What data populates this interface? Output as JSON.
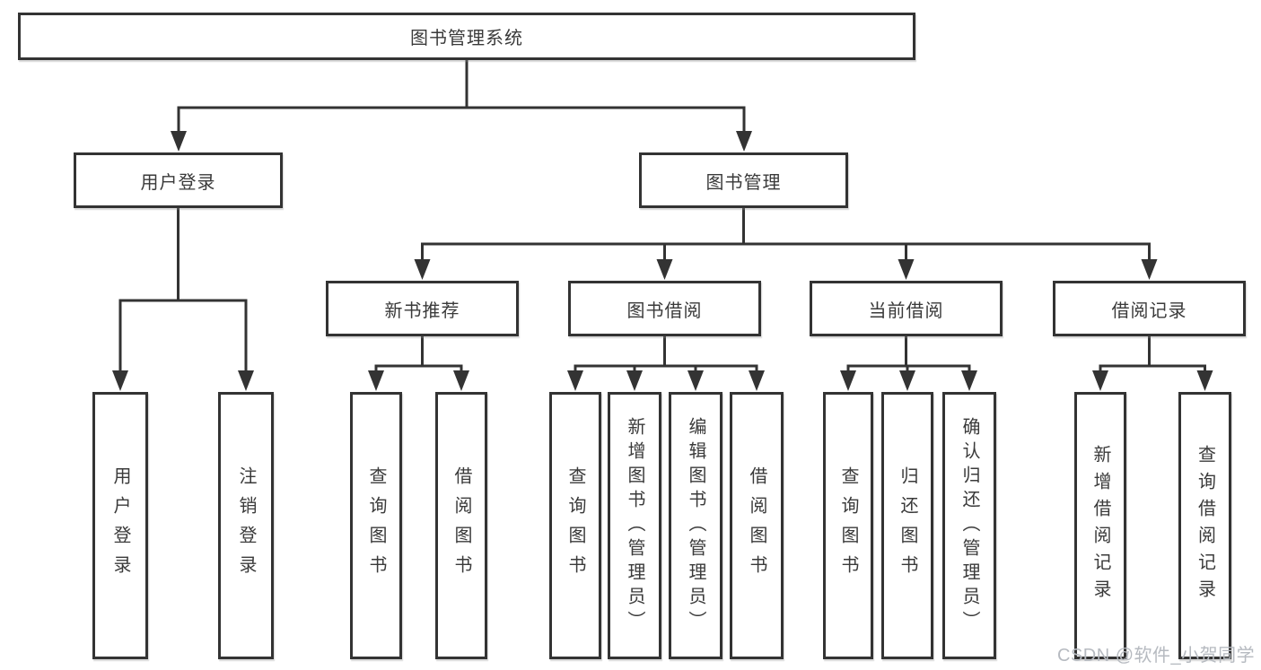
{
  "diagram": {
    "root": "图书管理系统",
    "level2": [
      {
        "label": "用户登录",
        "children": [
          "用户登录",
          "注销登录"
        ]
      },
      {
        "label": "图书管理",
        "groups": [
          {
            "label": "新书推荐",
            "children": [
              "查询图书",
              "借阅图书"
            ]
          },
          {
            "label": "图书借阅",
            "children": [
              "查询图书",
              "新增图书（管理员）",
              "编辑图书（管理员）",
              "借阅图书"
            ]
          },
          {
            "label": "当前借阅",
            "children": [
              "查询图书",
              "归还图书",
              "确认归还（管理员）"
            ]
          },
          {
            "label": "借阅记录",
            "children": [
              "新增借阅记录",
              "查询借阅记录"
            ]
          }
        ]
      }
    ]
  },
  "watermark": "CSDN @软件_小贺同学",
  "colors": {
    "line": "#333333",
    "text": "#3a3a3a",
    "watermark": "#b6bac0",
    "background": "#ffffff"
  }
}
